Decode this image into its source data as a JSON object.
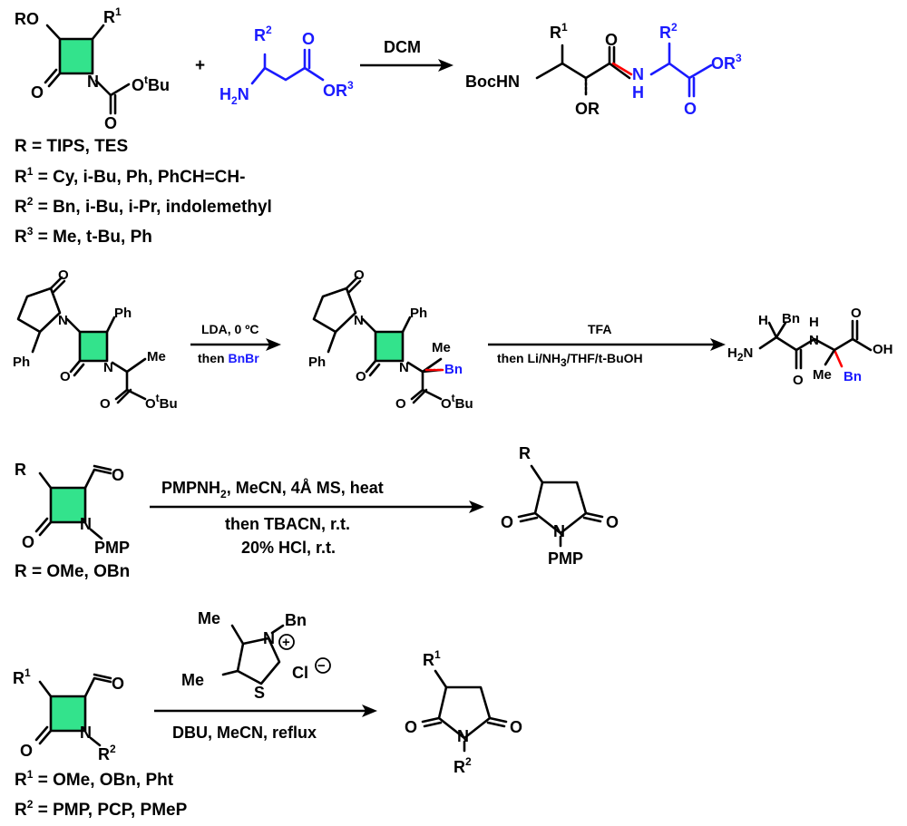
{
  "colors": {
    "beta_lactam_fill": "#33e38c",
    "pyrrolidinone_fill": "#ee7ae6",
    "amino_ester_text": "#1a1aff",
    "new_bond": "#ff0000"
  },
  "scheme1": {
    "reactant_ro": "RO",
    "reactant_r1": "R",
    "reactant_r1_sup": "1",
    "carbonyl_o": "O",
    "n": "N",
    "o_tbu": "O",
    "tbu_t": "t",
    "tbu_bu": "Bu",
    "boc_o": "O",
    "plus": "+",
    "aa_r2": "R",
    "aa_r2_sup": "2",
    "aa_h2n": "H",
    "aa_h2n_sub": "2",
    "aa_n": "N",
    "aa_o": "O",
    "aa_or3": "OR",
    "aa_or3_sup": "3",
    "reagent": "DCM",
    "p_r1": "R",
    "p_r1_sup": "1",
    "p_bochn": "BocHN",
    "p_or": "OR",
    "p_o": "O",
    "p_nh_n": "N",
    "p_nh_h": "H",
    "p_r2": "R",
    "p_r2_sup": "2",
    "p_ester_o": "O",
    "p_or3": "OR",
    "p_or3_sup": "3",
    "def_r": "R = TIPS, TES",
    "def_r1_a": "R",
    "def_r1_sup": "1",
    "def_r1_b": " = Cy, i-Bu, Ph, PhCH=CH-",
    "def_r2_a": "R",
    "def_r2_sup": "2",
    "def_r2_b": " = Bn, i-Bu, i-Pr, indolemethyl",
    "def_r3_a": "R",
    "def_r3_sup": "3",
    "def_r3_b": " = Me, t-Bu, Ph"
  },
  "scheme2": {
    "o_top": "O",
    "n": "N",
    "ph1": "Ph",
    "ph2": "Ph",
    "lac_o": "O",
    "lac_n": "N",
    "me": "Me",
    "est_o": "O",
    "est_ot": "O",
    "tbu_t": "t",
    "tbu_bu": "Bu",
    "reagent_top": "LDA, 0 ºC",
    "reagent_bottom_a": "then ",
    "reagent_bottom_b": "BnBr",
    "m_o_top": "O",
    "m_n": "N",
    "m_ph1": "Ph",
    "m_ph2": "Ph",
    "m_lac_o": "O",
    "m_lac_n": "N",
    "m_me": "Me",
    "m_bn": "Bn",
    "m_est_o": "O",
    "m_est_ot": "O",
    "m_tbu_t": "t",
    "m_tbu_bu": "Bu",
    "reagent2_top": "TFA",
    "reagent2_bottom_a": "then Li/NH",
    "reagent2_bottom_sub": "3",
    "reagent2_bottom_b": "/THF/t-BuOH",
    "p_h": "H",
    "p_bn1": "Bn",
    "p_h2n": "H",
    "p_h2n_sub": "2",
    "p_n": "N",
    "p_nh_h": "H",
    "p_nh_n": "N",
    "p_o1": "O",
    "p_me": "Me",
    "p_bn2": "Bn",
    "p_o2": "O",
    "p_oh": "OH"
  },
  "scheme3": {
    "r": "R",
    "o_lac": "O",
    "n": "N",
    "pmp": "PMP",
    "ald_o": "O",
    "def_r": "R = OMe, OBn",
    "reagent_top_a": "PMPNH",
    "reagent_top_sub": "2",
    "reagent_top_b": ", MeCN, 4Å MS, heat",
    "reagent_mid": "then TBACN, r.t.",
    "reagent_bot": "20% HCl, r.t.",
    "p_r": "R",
    "p_o1": "O",
    "p_n": "N",
    "p_o2": "O",
    "p_pmp": "PMP"
  },
  "scheme4": {
    "r1": "R",
    "r1_sup": "1",
    "o_lac": "O",
    "n": "N",
    "r2": "R",
    "r2_sup": "2",
    "ald_o": "O",
    "def_r1_a": "R",
    "def_r1_sup": "1",
    "def_r1_b": " = OMe, OBn, Pht",
    "def_r2_a": "R",
    "def_r2_sup": "2",
    "def_r2_b": " = PMP,  PCP,  PMeP",
    "cat_me1": "Me",
    "cat_me2": "Me",
    "cat_n": "N",
    "cat_bn": "Bn",
    "cat_plus": "+",
    "cat_s": "S",
    "cat_cl": "Cl",
    "cat_minus": "−",
    "reagent": "DBU, MeCN, reflux",
    "p_r1": "R",
    "p_r1_sup": "1",
    "p_o1": "O",
    "p_n": "N",
    "p_o2": "O",
    "p_r2": "R",
    "p_r2_sup": "2"
  }
}
